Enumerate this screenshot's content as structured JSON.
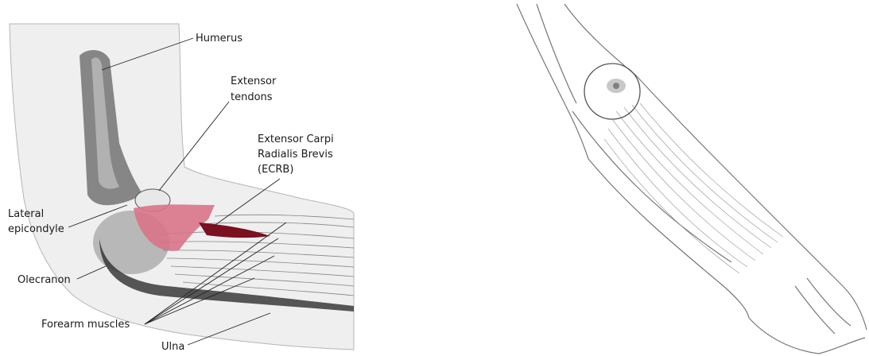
{
  "labels": {
    "humerus": "Humerus",
    "extensor_tendons_1": "Extensor",
    "extensor_tendons_2": "tendons",
    "ecrb_1": "Extensor Carpi",
    "ecrb_2": "Radialis Brevis",
    "ecrb_3": "(ECRB)",
    "lateral_epicondyle_1": "Lateral",
    "lateral_epicondyle_2": "epicondyle",
    "olecranon": "Olecranon",
    "forearm_muscles": "Forearm muscles",
    "ulna": "Ulna"
  },
  "colors": {
    "tendon_pink": "#d9738a",
    "ecrb_dark": "#7a1020",
    "line": "#222222",
    "sketch": "#9a9a9a"
  }
}
